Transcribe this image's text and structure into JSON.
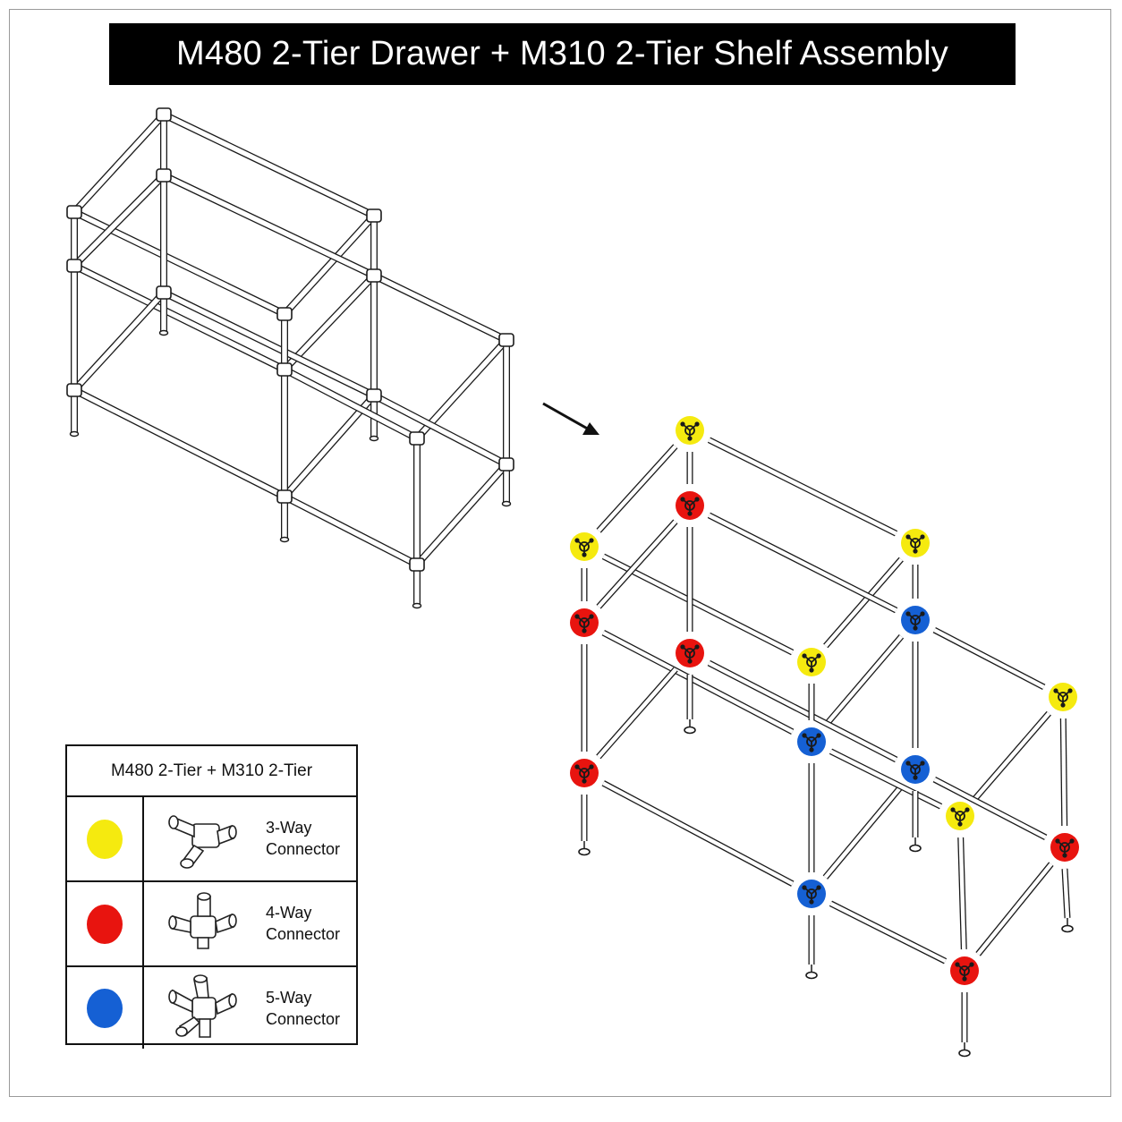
{
  "title": "M480 2-Tier Drawer + M310 2-Tier Shelf Assembly",
  "legend": {
    "header": "M480 2-Tier + M310 2-Tier",
    "items": [
      {
        "name_line1": "3-Way",
        "name_line2": "Connector",
        "color": "#f5ea0f",
        "icon": "3-way-connector-icon"
      },
      {
        "name_line1": "4-Way",
        "name_line2": "Connector",
        "color": "#e8140f",
        "icon": "4-way-connector-icon"
      },
      {
        "name_line1": "5-Way",
        "name_line2": "Connector",
        "color": "#1560d4",
        "icon": "5-way-connector-icon"
      }
    ]
  },
  "colors": {
    "yellow": "#f5ea0f",
    "red": "#e8140f",
    "blue": "#1560d4",
    "line": "#1a1a1a"
  }
}
